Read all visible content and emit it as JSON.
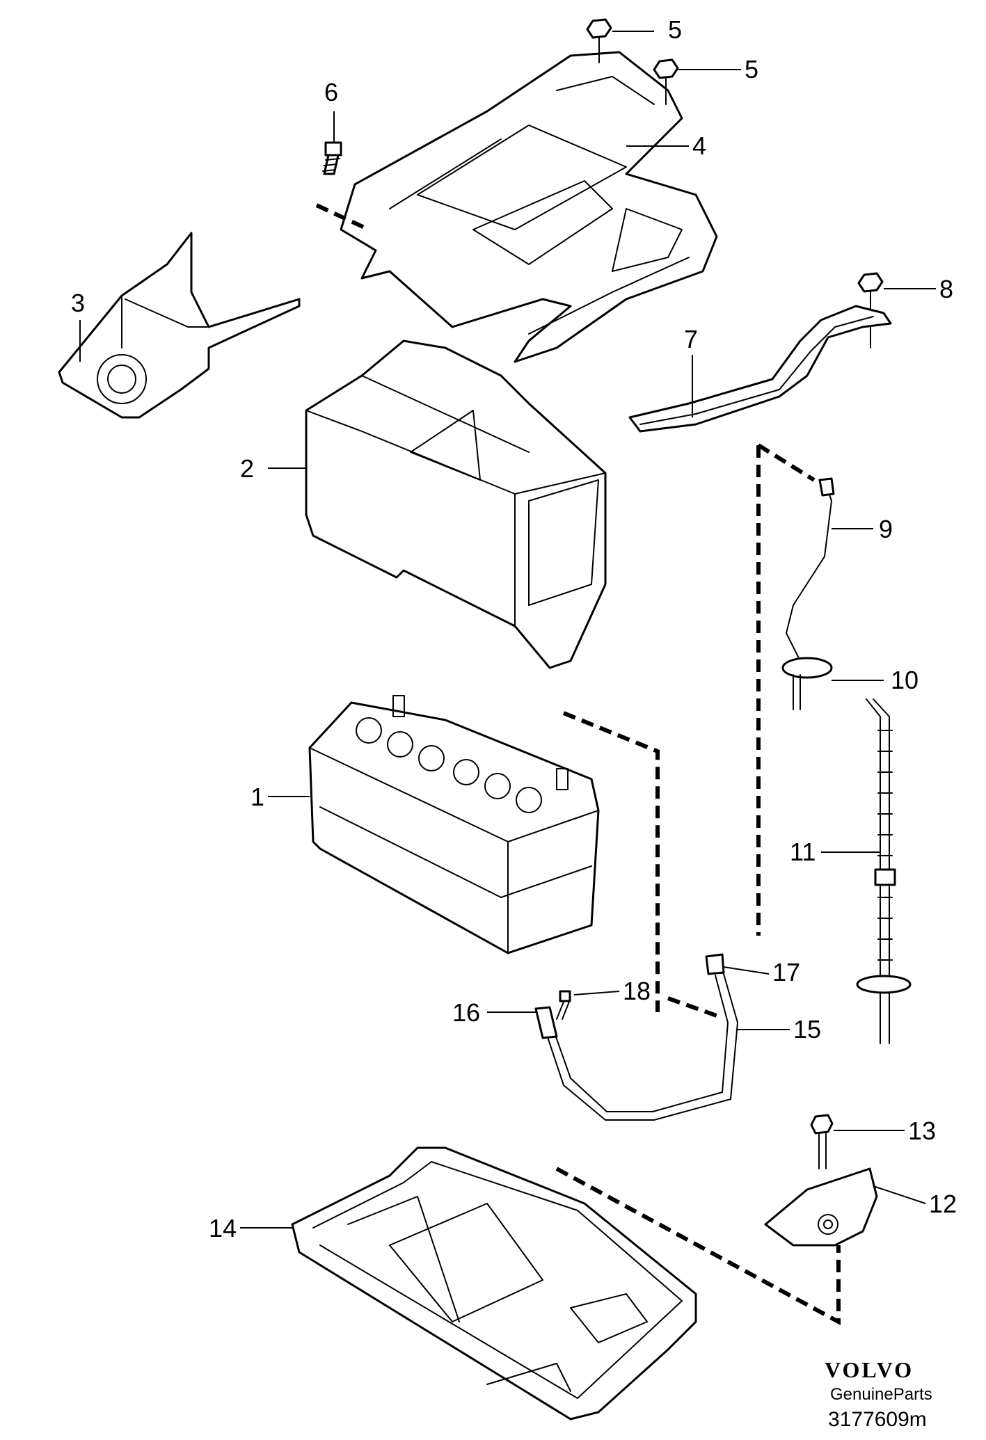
{
  "callouts": {
    "p1": "1",
    "p2": "2",
    "p3": "3",
    "p4": "4",
    "p5a": "5",
    "p5b": "5",
    "p6": "6",
    "p7": "7",
    "p8": "8",
    "p9": "9",
    "p10": "10",
    "p11": "11",
    "p12": "12",
    "p13": "13",
    "p14": "14",
    "p15": "15",
    "p16": "16",
    "p17": "17",
    "p18": "18"
  },
  "branding": {
    "logo_text": "VOLVO",
    "subtitle": "GenuineParts",
    "diagram_code": "3177609m"
  }
}
